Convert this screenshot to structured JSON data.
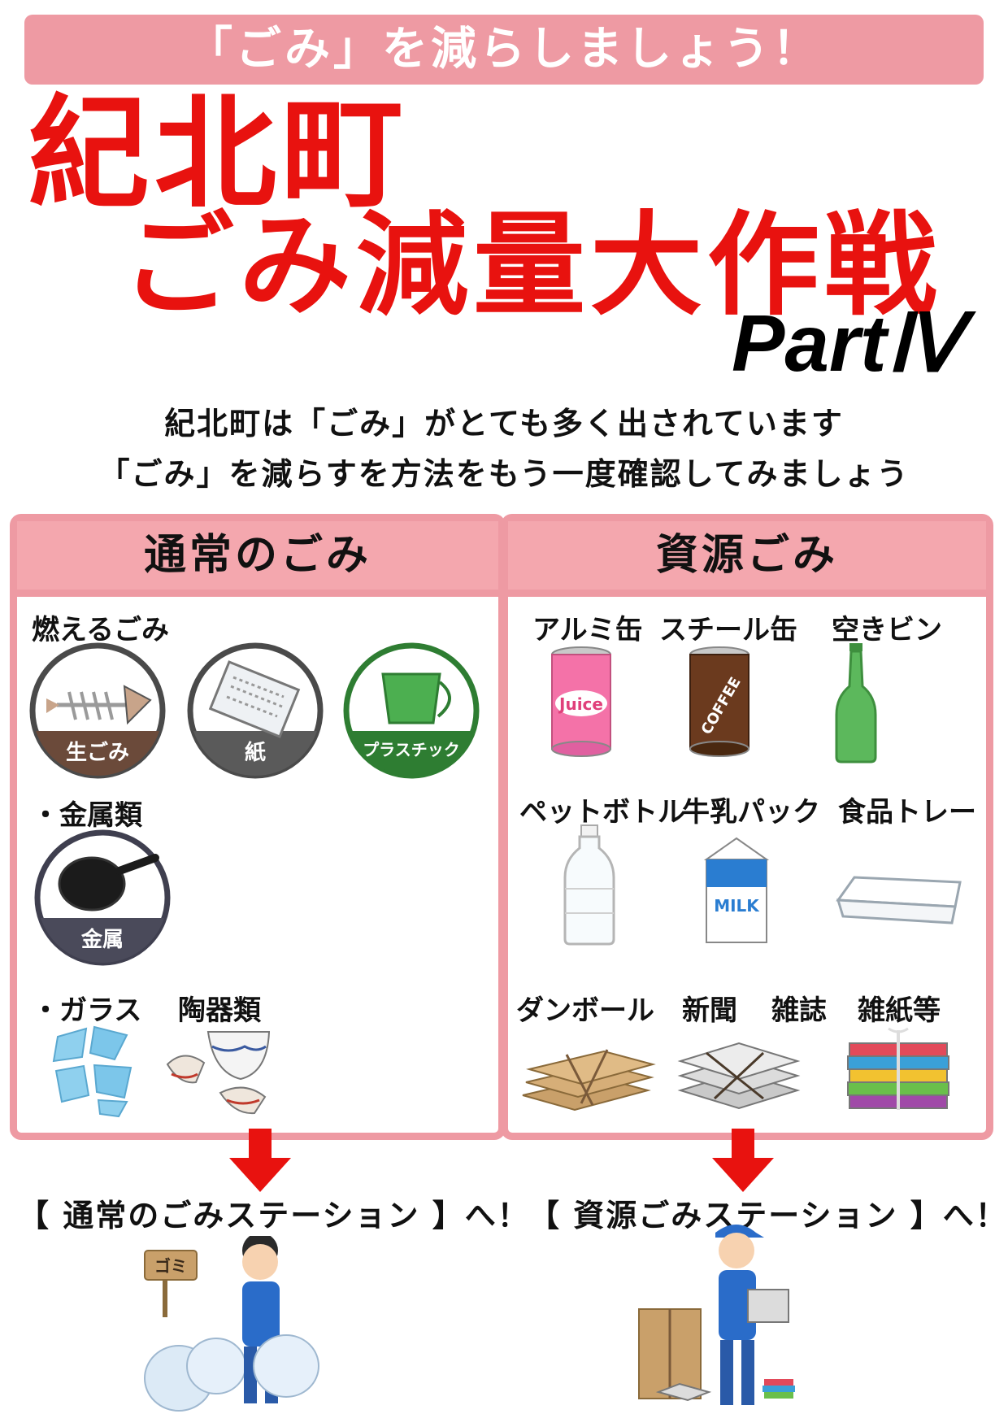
{
  "banner": "「ごみ」を減らしましょう！",
  "title": {
    "line1": "紀北町",
    "line2": "ごみ減量大作戦",
    "part": "PartⅣ"
  },
  "intro": {
    "line1": "紀北町は「ごみ」がとても多く出されています",
    "line2": "「ごみ」を減らすを方法をもう一度確認してみましょう"
  },
  "left_panel": {
    "title": "通常のごみ",
    "burnable_label": "燃えるごみ",
    "burnable_icons": [
      "生ごみ",
      "紙",
      "プラスチック"
    ],
    "metal_label": "・金属類",
    "metal_icon": "金属",
    "glass_label": "・ガラス",
    "ceramic_label": "陶器類"
  },
  "right_panel": {
    "title": "資源ごみ",
    "row1": [
      "アルミ缶",
      "スチール缶",
      "空きビン"
    ],
    "row2": [
      "ペットボトル",
      "牛乳パック",
      "食品トレー"
    ],
    "row3": [
      "ダンボール",
      "新聞",
      "雑誌",
      "雑紙等"
    ],
    "can_text": [
      "Juice",
      "COFFEE"
    ],
    "milk_text": "MILK"
  },
  "stations": {
    "left": "【 通常のごみステーション 】へ！",
    "right": "【 資源ごみステーション 】へ！",
    "sign": "ゴミ"
  },
  "colors": {
    "pink": "#ee9aa3",
    "red": "#e8120f",
    "arrow": "#e8120f"
  }
}
